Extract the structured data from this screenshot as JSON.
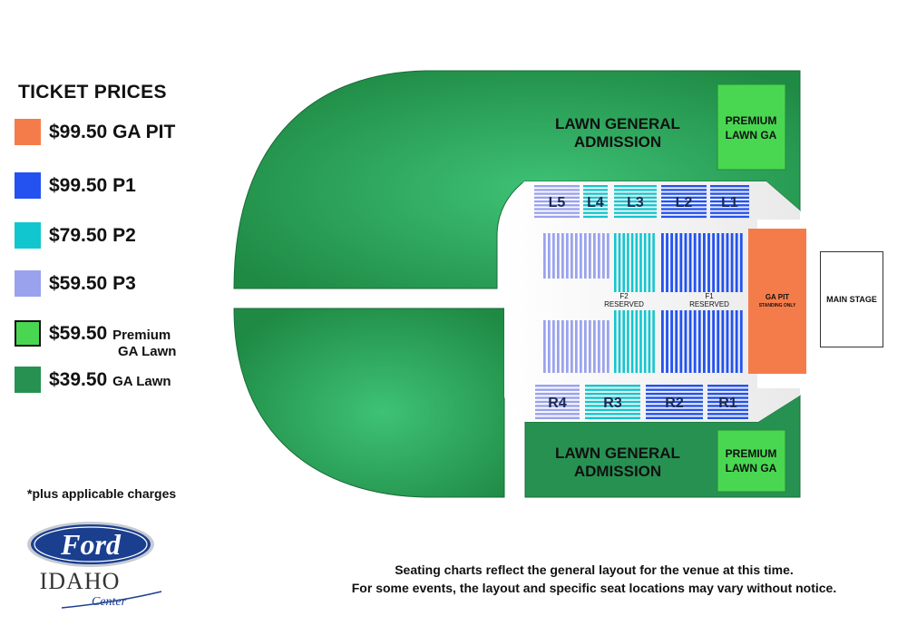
{
  "legend": {
    "title": "TICKET PRICES",
    "items": [
      {
        "price": "$99.50",
        "label": "GA PIT",
        "color": "#f47c4a"
      },
      {
        "price": "$99.50",
        "label": "P1",
        "color": "#2352f0"
      },
      {
        "price": "$79.50",
        "label": "P2",
        "color": "#12c6cf"
      },
      {
        "price": "$59.50",
        "label": "P3",
        "color": "#9aa2ee"
      },
      {
        "price": "$59.50",
        "label": "Premium",
        "label2": "GA Lawn",
        "color": "#49d752"
      },
      {
        "price": "$39.50",
        "label": "GA Lawn",
        "color": "#279152"
      }
    ],
    "charges_note": "*plus applicable charges"
  },
  "logo": {
    "brand": "Ford",
    "name": "IDAHO",
    "tagline": "Center"
  },
  "venue": {
    "lawn_label_line1": "LAWN GENERAL",
    "lawn_label_line2": "ADMISSION",
    "premium_line1": "PREMIUM",
    "premium_line2": "LAWN GA",
    "left_sections": [
      "L5",
      "L4",
      "L3",
      "L2",
      "L1"
    ],
    "right_sections": [
      "R4",
      "R3",
      "R2",
      "R1"
    ],
    "floor_f2": "F2",
    "floor_f1": "F1",
    "reserved": "RESERVED",
    "ga_pit_line1": "GA PIT",
    "ga_pit_line2": "STANDING ONLY",
    "main_stage": "MAIN STAGE"
  },
  "disclaimer": {
    "line1": "Seating charts reflect the general layout for the venue at this time.",
    "line2": "For some events, the layout and specific seat locations may vary without notice."
  }
}
